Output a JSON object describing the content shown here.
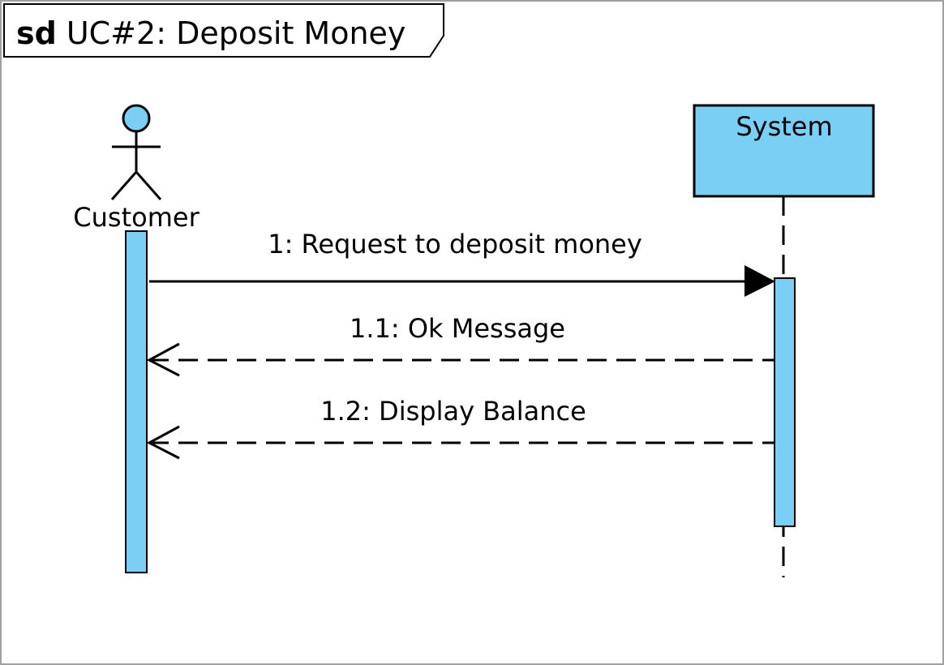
{
  "frame": {
    "keyword": "sd",
    "title": "UC#2: Deposit Money"
  },
  "lifelines": {
    "customer": {
      "label": "Customer",
      "kind": "actor"
    },
    "system": {
      "label": "System",
      "kind": "object"
    }
  },
  "messages": [
    {
      "label": "1: Request to deposit money",
      "type": "synchronous",
      "from": "Customer",
      "to": "System"
    },
    {
      "label": "1.1: Ok Message",
      "type": "return",
      "from": "System",
      "to": "Customer"
    },
    {
      "label": "1.2: Display Balance",
      "type": "return",
      "from": "System",
      "to": "Customer"
    }
  ],
  "colors": {
    "fill": "#7ACFF5",
    "stroke": "#000000",
    "frame_border": "#A0A0A0"
  }
}
